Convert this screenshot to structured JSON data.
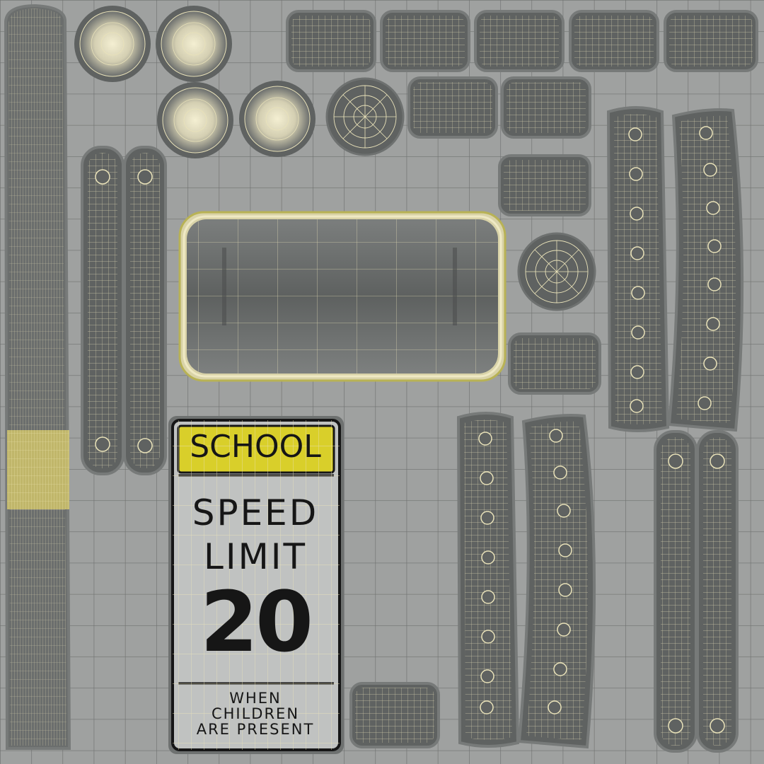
{
  "colors": {
    "background": "#9fa1a0",
    "grid": "#6f7170",
    "island_fill": "#5f6261",
    "island_outline": "#6e7170",
    "wire": "#e9e2b9",
    "sign_face": "#bdbfbe",
    "sign_yellow": "#d9cf2a",
    "sign_ink": "#161616",
    "pole_band": "#dccf6a"
  },
  "sign": {
    "header": "SCHOOL",
    "speed": "SPEED",
    "limit": "LIMIT",
    "number": "20",
    "footer_1": "WHEN",
    "footer_2": "CHILDREN",
    "footer_3": "ARE PRESENT"
  }
}
